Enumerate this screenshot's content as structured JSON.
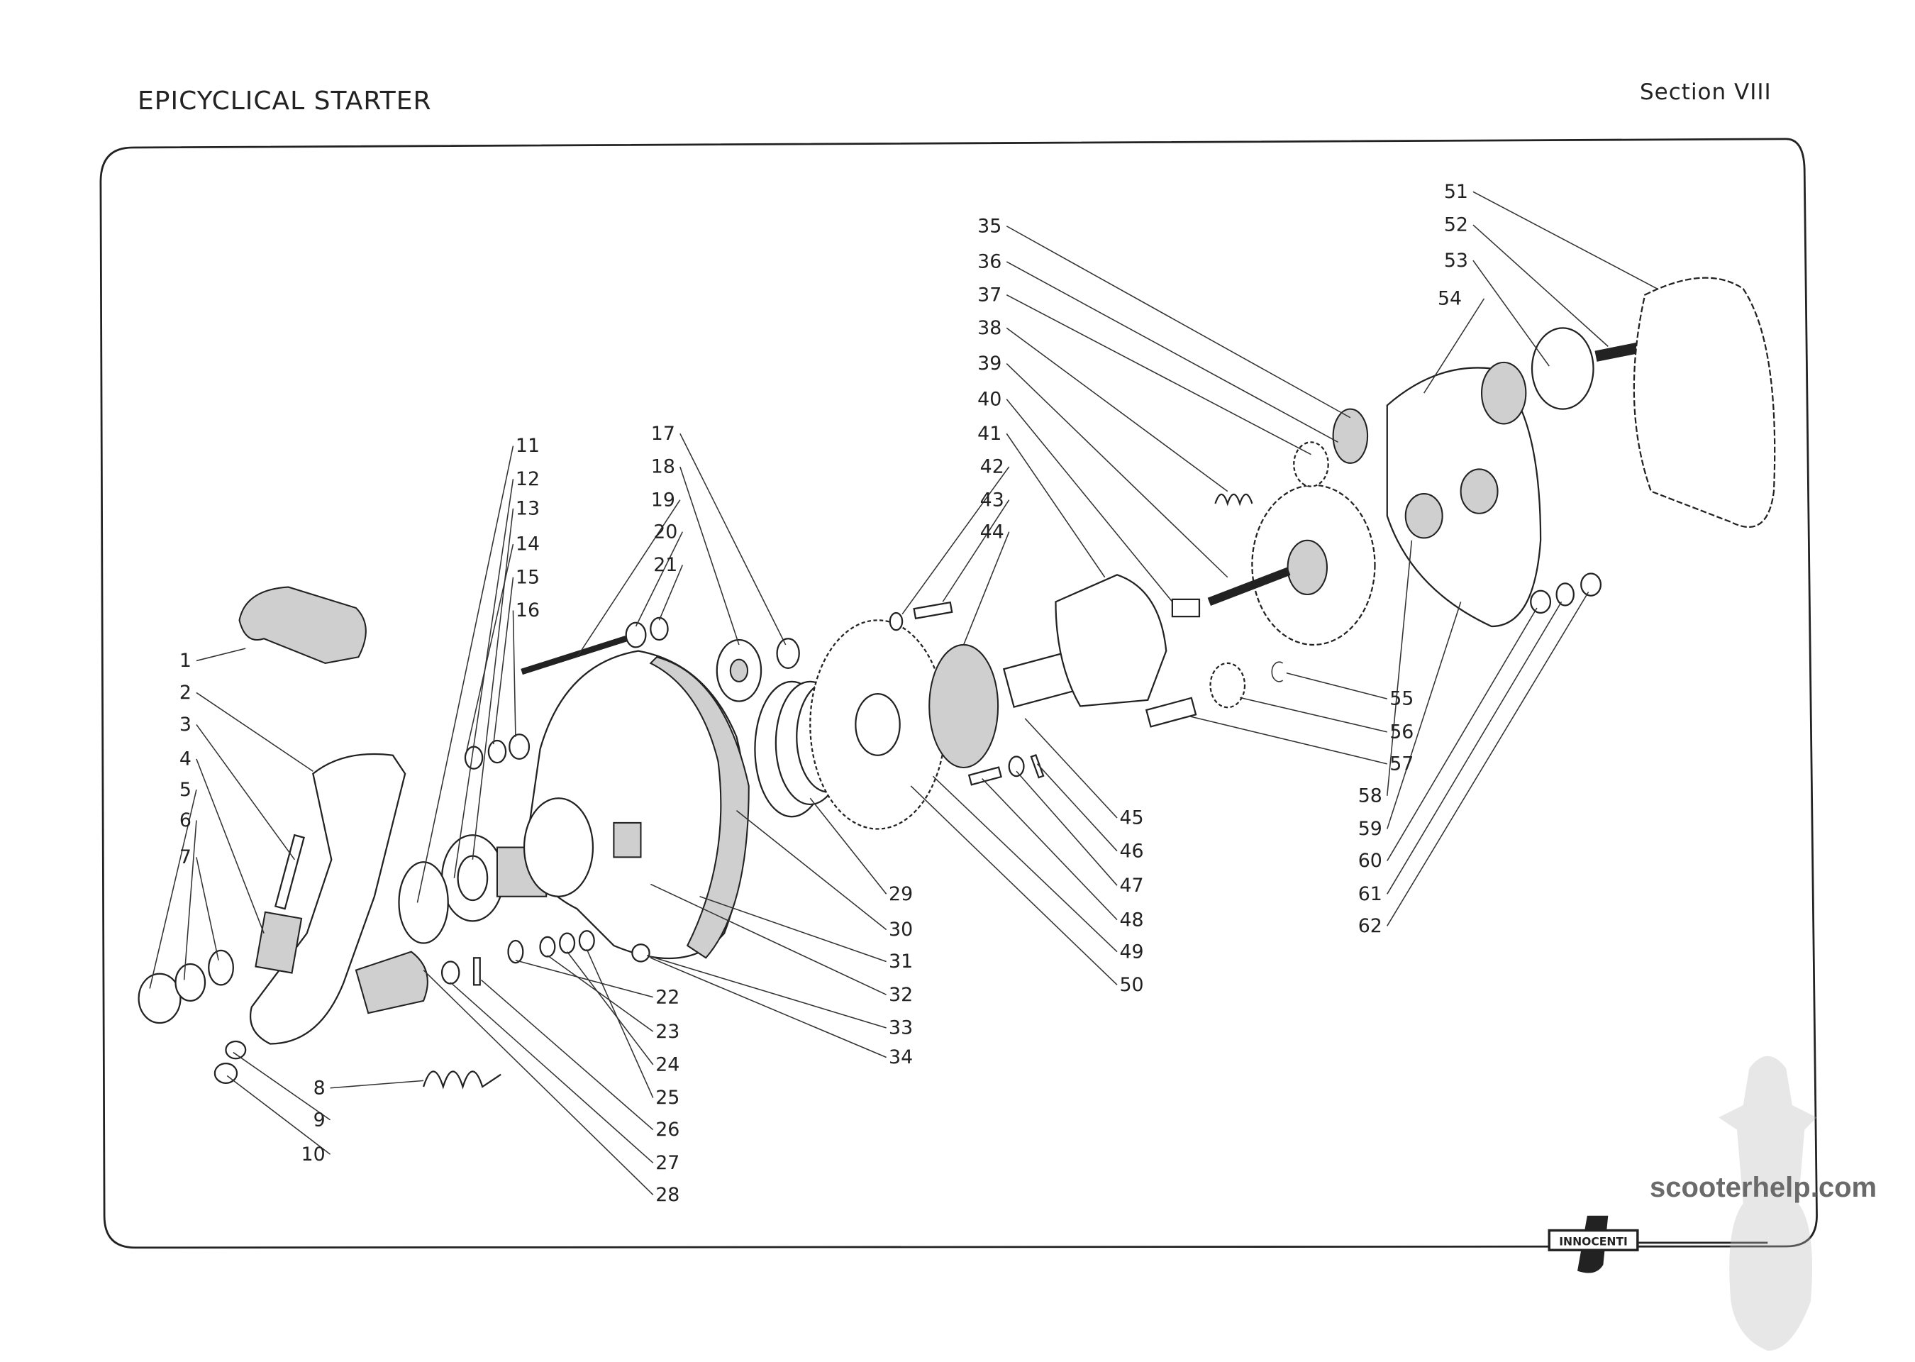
{
  "header": {
    "title": "EPICYCLICAL STARTER",
    "section": "Section VIII"
  },
  "diagram": {
    "callouts": [
      "1",
      "2",
      "3",
      "4",
      "5",
      "6",
      "7",
      "8",
      "9",
      "10",
      "11",
      "12",
      "13",
      "14",
      "15",
      "16",
      "17",
      "18",
      "19",
      "20",
      "21",
      "22",
      "23",
      "24",
      "25",
      "26",
      "27",
      "28",
      "29",
      "30",
      "31",
      "32",
      "33",
      "34",
      "35",
      "36",
      "37",
      "38",
      "39",
      "40",
      "41",
      "42",
      "43",
      "44",
      "45",
      "46",
      "47",
      "48",
      "49",
      "50",
      "51",
      "52",
      "53",
      "54",
      "55",
      "56",
      "57",
      "58",
      "59",
      "60",
      "61",
      "62"
    ]
  },
  "logo": {
    "text": "INNOCENTI"
  },
  "watermark": {
    "text": "scooterhelp.com"
  }
}
